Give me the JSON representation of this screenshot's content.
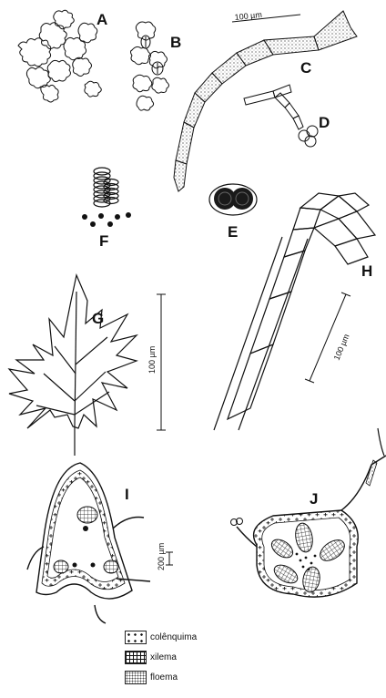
{
  "panel_labels": {
    "a": "A",
    "b": "B",
    "c": "C",
    "d": "D",
    "e": "E",
    "f": "F",
    "g": "G",
    "h": "H",
    "i": "I",
    "j": "J"
  },
  "scale_bars": {
    "c": "100 µm",
    "g": "100 µm",
    "h": "100 µm",
    "i": "200 µm"
  },
  "legend": {
    "items": [
      {
        "label": "colênquima"
      },
      {
        "label": "xilema"
      },
      {
        "label": "floema"
      }
    ]
  }
}
